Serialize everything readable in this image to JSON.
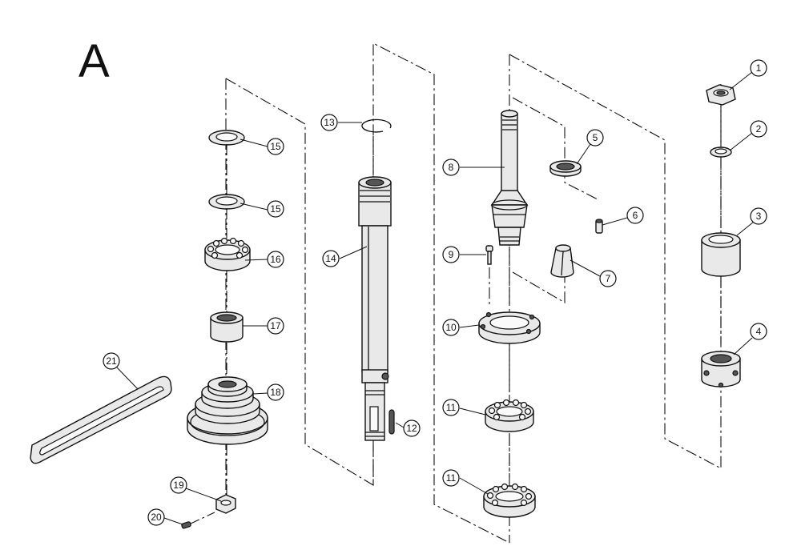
{
  "diagram": {
    "section_letter": "A",
    "callouts": [
      "1",
      "2",
      "3",
      "4",
      "5",
      "6",
      "7",
      "8",
      "9",
      "10",
      "11",
      "11",
      "12",
      "13",
      "14",
      "15",
      "15",
      "16",
      "17",
      "18",
      "19",
      "20",
      "21"
    ]
  }
}
